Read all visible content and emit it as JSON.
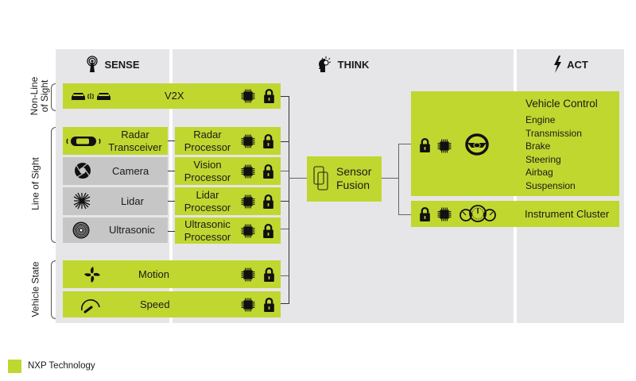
{
  "colors": {
    "nxp_green": "#c0d730",
    "panel_gray": "#e6e6e8",
    "sensor_gray": "#c6c6c6"
  },
  "columns": {
    "sense": {
      "title": "SENSE",
      "icon": "antenna-icon"
    },
    "think": {
      "title": "THINK",
      "icon": "head-lightbulb-icon"
    },
    "act": {
      "title": "ACT",
      "icon": "lightning-icon"
    }
  },
  "groups": {
    "non_line_of_sight": "Non-Line of Sight",
    "non_line_of_sight_l1": "Non-Line",
    "non_line_of_sight_l2": "of Sight",
    "line_of_sight": "Line of Sight",
    "vehicle_state": "Vehicle State"
  },
  "sense": {
    "v2x": {
      "label": "V2X",
      "icon": "v2x-cars-icon",
      "nxp": true
    },
    "radar": {
      "label_l1": "Radar",
      "label_l2": "Transceiver",
      "icon": "radar-car-icon",
      "nxp": true
    },
    "camera": {
      "label": "Camera",
      "icon": "camera-aperture-icon",
      "nxp": false
    },
    "lidar": {
      "label": "Lidar",
      "icon": "lidar-burst-icon",
      "nxp": false
    },
    "ultrasonic": {
      "label": "Ultrasonic",
      "icon": "ultrasonic-rings-icon",
      "nxp": false
    },
    "motion": {
      "label": "Motion",
      "icon": "motion-fan-icon",
      "nxp": true
    },
    "speed": {
      "label": "Speed",
      "icon": "speedometer-icon",
      "nxp": true
    }
  },
  "processors": [
    {
      "l1": "Radar",
      "l2": "Processor"
    },
    {
      "l1": "Vision",
      "l2": "Processor"
    },
    {
      "l1": "Lidar",
      "l2": "Processor"
    },
    {
      "l1": "Ultrasonic",
      "l2": "Processor"
    }
  ],
  "fusion": {
    "l1": "Sensor",
    "l2": "Fusion",
    "icon": "overlapping-rectangles-icon"
  },
  "act": {
    "vehicle_control": {
      "title": "Vehicle Control",
      "items": [
        "Engine",
        "Transmission",
        "Brake",
        "Steering",
        "Airbag",
        "Suspension"
      ],
      "icon": "steering-wheel-icon"
    },
    "instrument_cluster": {
      "label": "Instrument Cluster",
      "icon": "gauges-icon"
    }
  },
  "legend": {
    "label": "NXP Technology"
  }
}
